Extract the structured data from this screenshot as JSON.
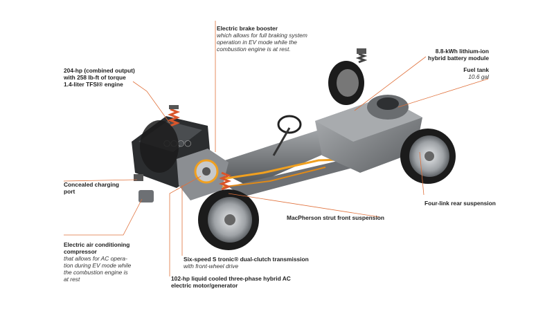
{
  "labels": {
    "engine": {
      "lines": [
        "204-hp (combined output)",
        "with 258 lb-ft of torque",
        "1.4-liter TFSI® engine"
      ]
    },
    "brake": {
      "title": "Electric brake booster",
      "sub": [
        "which allows for full braking system",
        "operation in EV mode while the",
        "combustion engine is at rest."
      ]
    },
    "battery": {
      "lines": [
        "8.8-kWh lithium-ion",
        "hybrid battery module"
      ]
    },
    "fuel": {
      "title": "Fuel tank",
      "sub": "10.6 gal"
    },
    "charging": {
      "lines": [
        "Concealed charging",
        "port"
      ]
    },
    "rear_susp": {
      "title": "Four-link rear suspension"
    },
    "front_susp": {
      "title": "MacPherson strut front suspension"
    },
    "ac": {
      "title": [
        "Electric air conditioning",
        "compressor"
      ],
      "sub": [
        "that allows for AC opera-",
        "tion during EV mode while",
        "the combustion engine is",
        "at rest"
      ]
    },
    "transmission": {
      "title": "Six-speed S tronic® dual-clutch transmission",
      "sub": "with front-wheel drive"
    },
    "motor": {
      "lines": [
        "102-hp liquid cooled three-phase hybrid AC",
        "electric motor/generator"
      ]
    }
  },
  "colors": {
    "leader": "#e0703a",
    "wheel_dark": "#1b1b1b",
    "rim": "#b9bcbf",
    "chassis": "#4a4d50",
    "battery": "#8e9194",
    "spring": "#d9552a",
    "cable": "#f0a020"
  }
}
